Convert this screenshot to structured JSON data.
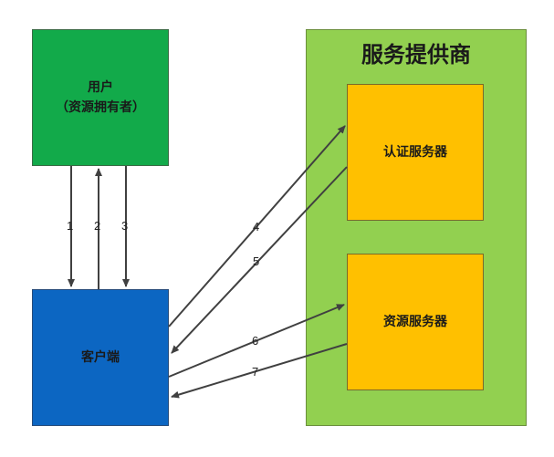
{
  "user": {
    "line1": "用户",
    "line2": "（资源拥有者）"
  },
  "client": {
    "label": "客户端"
  },
  "provider": {
    "title": "服务提供商"
  },
  "auth_server": {
    "label": "认证服务器"
  },
  "resource_server": {
    "label": "资源服务器"
  },
  "arrows": [
    {
      "label": "1"
    },
    {
      "label": "2"
    },
    {
      "label": "3"
    },
    {
      "label": "4"
    },
    {
      "label": "5"
    },
    {
      "label": "6"
    },
    {
      "label": "7"
    }
  ]
}
